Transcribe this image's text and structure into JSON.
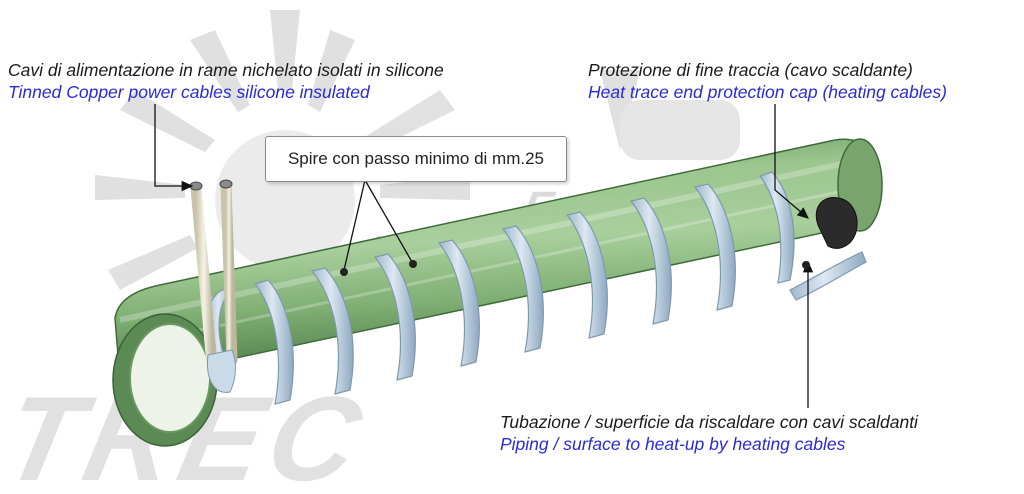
{
  "labels": {
    "power_cables_it": "Cavi di alimentazione in rame nichelato isolati in silicone",
    "power_cables_en": "Tinned Copper power cables silicone insulated",
    "end_cap_it": "Protezione di fine traccia (cavo scaldante)",
    "end_cap_en": "Heat trace end protection cap (heating cables)",
    "pitch_callout": "Spire con passo minimo di mm.25",
    "piping_it": "Tubazione / superficie da riscaldare con cavi scaldanti",
    "piping_en": "Piping / surface to heat-up by heating cables"
  },
  "watermark": {
    "top_text": "Everwatt",
    "bottom_text": "TREC"
  },
  "colors": {
    "pipe_green": "#86b27a",
    "pipe_green_dark": "#4e7a4a",
    "cable_blue": "#b9cfe0",
    "english_text": "#2a2ad8",
    "end_cap": "#2b2b2b"
  }
}
